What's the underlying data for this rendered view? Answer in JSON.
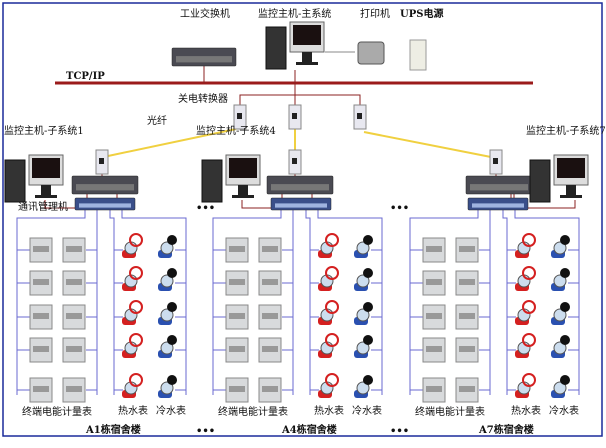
{
  "top": {
    "industrial_switch": "工业交换机",
    "main_host": "监控主机-主系统",
    "printer": "打印机",
    "ups": "UPS电源",
    "bus": "TCP/IP",
    "converter": "关电转换器",
    "fiber": "光纤",
    "comm_manager": "通讯管理机",
    "ellipsis": "•••"
  },
  "subsystems": [
    {
      "host": "监控主机-子系统1",
      "building": "A1栋宿舍楼"
    },
    {
      "host": "监控主机-子系统4",
      "building": "A4栋宿舍楼"
    },
    {
      "host": "监控主机-子系统7",
      "building": "A7栋宿舍楼"
    }
  ],
  "meter_labels": {
    "electric": "终端电能计量表",
    "hot": "热水表",
    "cold": "冷水表"
  },
  "colors": {
    "bus": "#9b1b1b",
    "fiber": "#f0d040",
    "rs485": "#6a6ad0",
    "border": "#1a2a9a",
    "link": "#8b2020"
  }
}
